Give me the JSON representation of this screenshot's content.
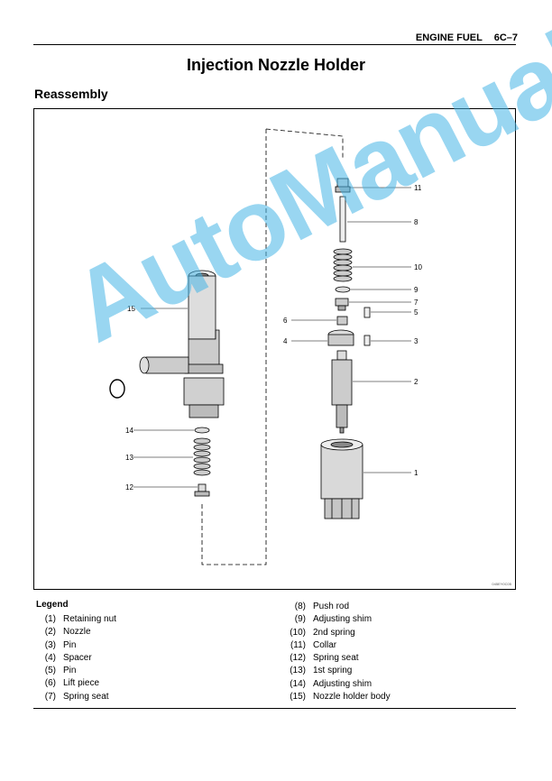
{
  "header": {
    "section": "ENGINE FUEL",
    "page": "6C–7"
  },
  "title": "Injection Nozzle Holder",
  "section_title": "Reassembly",
  "figure": {
    "code": "045EY0C05",
    "callouts": [
      "1",
      "2",
      "3",
      "4",
      "5",
      "6",
      "7",
      "8",
      "9",
      "10",
      "11",
      "12",
      "13",
      "14",
      "15"
    ]
  },
  "legend": {
    "title": "Legend",
    "left": [
      {
        "num": "(1)",
        "text": "Retaining nut"
      },
      {
        "num": "(2)",
        "text": "Nozzle"
      },
      {
        "num": "(3)",
        "text": "Pin"
      },
      {
        "num": "(4)",
        "text": "Spacer"
      },
      {
        "num": "(5)",
        "text": "Pin"
      },
      {
        "num": "(6)",
        "text": "Lift piece"
      },
      {
        "num": "(7)",
        "text": "Spring seat"
      }
    ],
    "right": [
      {
        "num": "(8)",
        "text": "Push rod"
      },
      {
        "num": "(9)",
        "text": "Adjusting shim"
      },
      {
        "num": "(10)",
        "text": "2nd spring"
      },
      {
        "num": "(11)",
        "text": "Collar"
      },
      {
        "num": "(12)",
        "text": "Spring seat"
      },
      {
        "num": "(13)",
        "text": "1st spring"
      },
      {
        "num": "(14)",
        "text": "Adjusting shim"
      },
      {
        "num": "(15)",
        "text": "Nozzle holder body"
      }
    ]
  },
  "watermark": "AutoManual"
}
